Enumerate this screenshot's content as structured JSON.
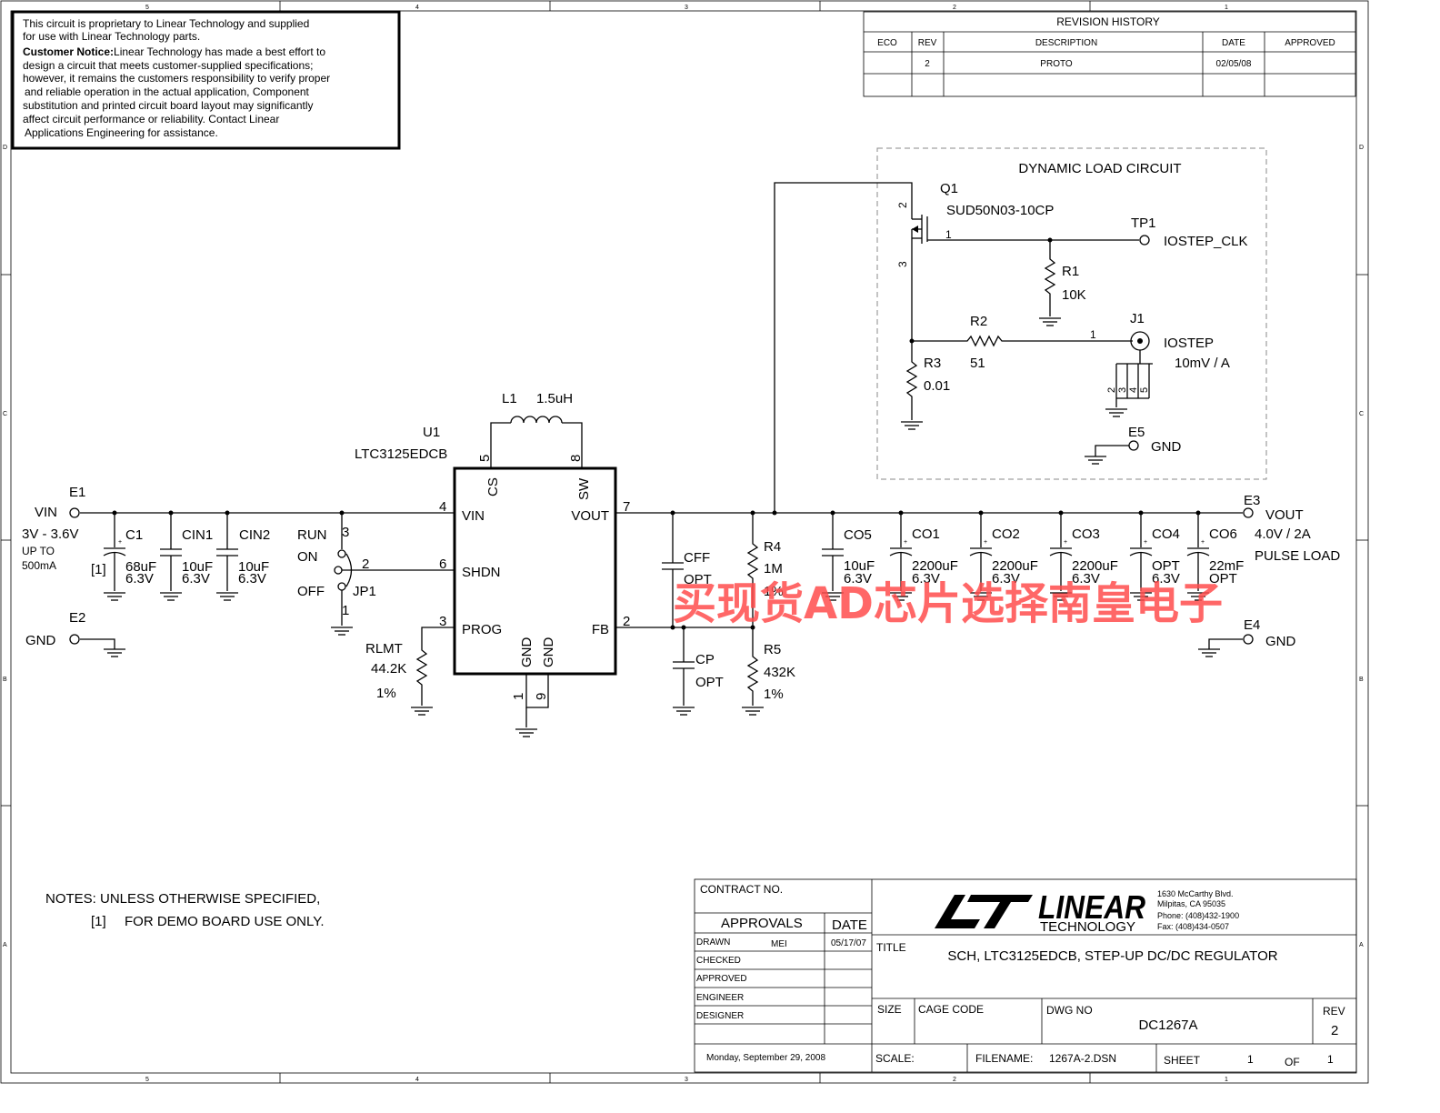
{
  "notice": {
    "line1": "This circuit is proprietary to Linear Technology and supplied",
    "line2": "for use with Linear Technology parts.",
    "bold": "Customer Notice:",
    "line3": "Linear Technology has made a best effort to",
    "line4": "design a circuit that meets customer-supplied specifications;",
    "line5": "however, it remains the customers responsibility to verify proper",
    "line6": "and reliable operation in the actual application, Component",
    "line7": "substitution and printed circuit board layout may significantly",
    "line8": "affect circuit performance or reliability. Contact Linear",
    "line9": "Applications Engineering for assistance."
  },
  "border": {
    "cols": [
      "5",
      "4",
      "3",
      "2",
      "1"
    ],
    "rows": [
      "D",
      "C",
      "B",
      "A"
    ]
  },
  "revision": {
    "title": "REVISION HISTORY",
    "headers": [
      "ECO",
      "REV",
      "DESCRIPTION",
      "DATE",
      "APPROVED"
    ],
    "row": [
      "",
      "2",
      "PROTO",
      "02/05/08",
      ""
    ]
  },
  "dynamic": {
    "title": "DYNAMIC LOAD CIRCUIT",
    "q1": "Q1",
    "q1_part": "SUD50N03-10CP",
    "q1_pin2": "2",
    "q1_pin1": "1",
    "q1_pin3": "3",
    "tp1": "TP1",
    "iostep_clk": "IOSTEP_CLK",
    "r1": "R1",
    "r1_val": "10K",
    "r2": "R2",
    "r2_val": "51",
    "r3": "R3",
    "r3_val": "0.01",
    "j1": "J1",
    "j1_pin1": "1",
    "j1_pins": [
      "2",
      "3",
      "4",
      "5"
    ],
    "iostep": "IOSTEP",
    "iostep_scale": "10mV / A",
    "e5": "E5",
    "gnd": "GND"
  },
  "main": {
    "e1": "E1",
    "vin": "VIN",
    "vin_range": "3V - 3.6V",
    "upto": "UP TO",
    "current": "500mA",
    "e2": "E2",
    "gnd": "GND",
    "c1": "C1",
    "c1_note": "[1]",
    "c1_val": "68uF",
    "c1_v": "6.3V",
    "cin1": "CIN1",
    "cin1_val": "10uF",
    "cin1_v": "6.3V",
    "cin2": "CIN2",
    "cin2_val": "10uF",
    "cin2_v": "6.3V",
    "run": "RUN",
    "on": "ON",
    "off": "OFF",
    "jp1": "JP1",
    "jp_pin3": "3",
    "jp_pin2": "2",
    "jp_pin1": "1",
    "rlmt": "RLMT",
    "rlmt_val": "44.2K",
    "rlmt_tol": "1%",
    "u1": "U1",
    "u1_part": "LTC3125EDCB",
    "l1": "L1",
    "l1_val": "1.5uH",
    "pin_cs": "CS",
    "pin_sw": "SW",
    "pin_vin": "VIN",
    "pin_vout": "VOUT",
    "pin_shdn": "SHDN",
    "pin_prog": "PROG",
    "pin_fb": "FB",
    "pin_gnd1": "GND",
    "pin_gnd2": "GND",
    "num5": "5",
    "num8": "8",
    "num4": "4",
    "num7": "7",
    "num6": "6",
    "num3": "3",
    "num2": "2",
    "num1": "1",
    "num9": "9",
    "cff": "CFF",
    "cff_val": "OPT",
    "cp": "CP",
    "cp_val": "OPT",
    "r4": "R4",
    "r4_val": "1M",
    "r4_tol": "1%",
    "r5": "R5",
    "r5_val": "432K",
    "r5_tol": "1%",
    "co5": "CO5",
    "co5_val": "10uF",
    "co5_v": "6.3V",
    "co1": "CO1",
    "co1_val": "2200uF",
    "co1_v": "6.3V",
    "co2": "CO2",
    "co2_val": "2200uF",
    "co2_v": "6.3V",
    "co3": "CO3",
    "co3_val": "2200uF",
    "co3_v": "6.3V",
    "co4": "CO4",
    "co4_val": "OPT",
    "co4_v": "6.3V",
    "co6": "CO6",
    "co6_val": "22mF",
    "co6_v": "OPT",
    "e3": "E3",
    "vout": "VOUT",
    "vout_rating": "4.0V / 2A",
    "pulse": "PULSE LOAD",
    "e4": "E4",
    "gnd_out": "GND"
  },
  "watermark": "买现货AD芯片选择南皇电子",
  "notes": {
    "line1": "NOTES:  UNLESS OTHERWISE SPECIFIED,",
    "ref": "[1]",
    "line2": "FOR DEMO BOARD USE ONLY."
  },
  "titleblock": {
    "contract": "CONTRACT NO.",
    "approvals": "APPROVALS",
    "date_hdr": "DATE",
    "rows": [
      "DRAWN",
      "CHECKED",
      "APPROVED",
      "ENGINEER",
      "DESIGNER"
    ],
    "drawn_by": "MEI",
    "drawn_date": "05/17/07",
    "logo_main": "LINEAR",
    "logo_sub": "TECHNOLOGY",
    "address": [
      "1630 McCarthy Blvd.",
      "Milpitas, CA 95035",
      "Phone: (408)432-1900",
      "Fax: (408)434-0507"
    ],
    "title_lbl": "TITLE",
    "title": "SCH, LTC3125EDCB, STEP-UP DC/DC REGULATOR",
    "size_lbl": "SIZE",
    "cage_lbl": "CAGE CODE",
    "dwg_lbl": "DWG NO",
    "dwg": "DC1267A",
    "rev_lbl": "REV",
    "rev": "2",
    "printed": "Monday, September 29, 2008",
    "scale_lbl": "SCALE:",
    "file_lbl": "FILENAME:",
    "file": "1267A-2.DSN",
    "sheet_lbl": "SHEET",
    "sheet": "1",
    "of_lbl": "OF",
    "of": "1"
  }
}
